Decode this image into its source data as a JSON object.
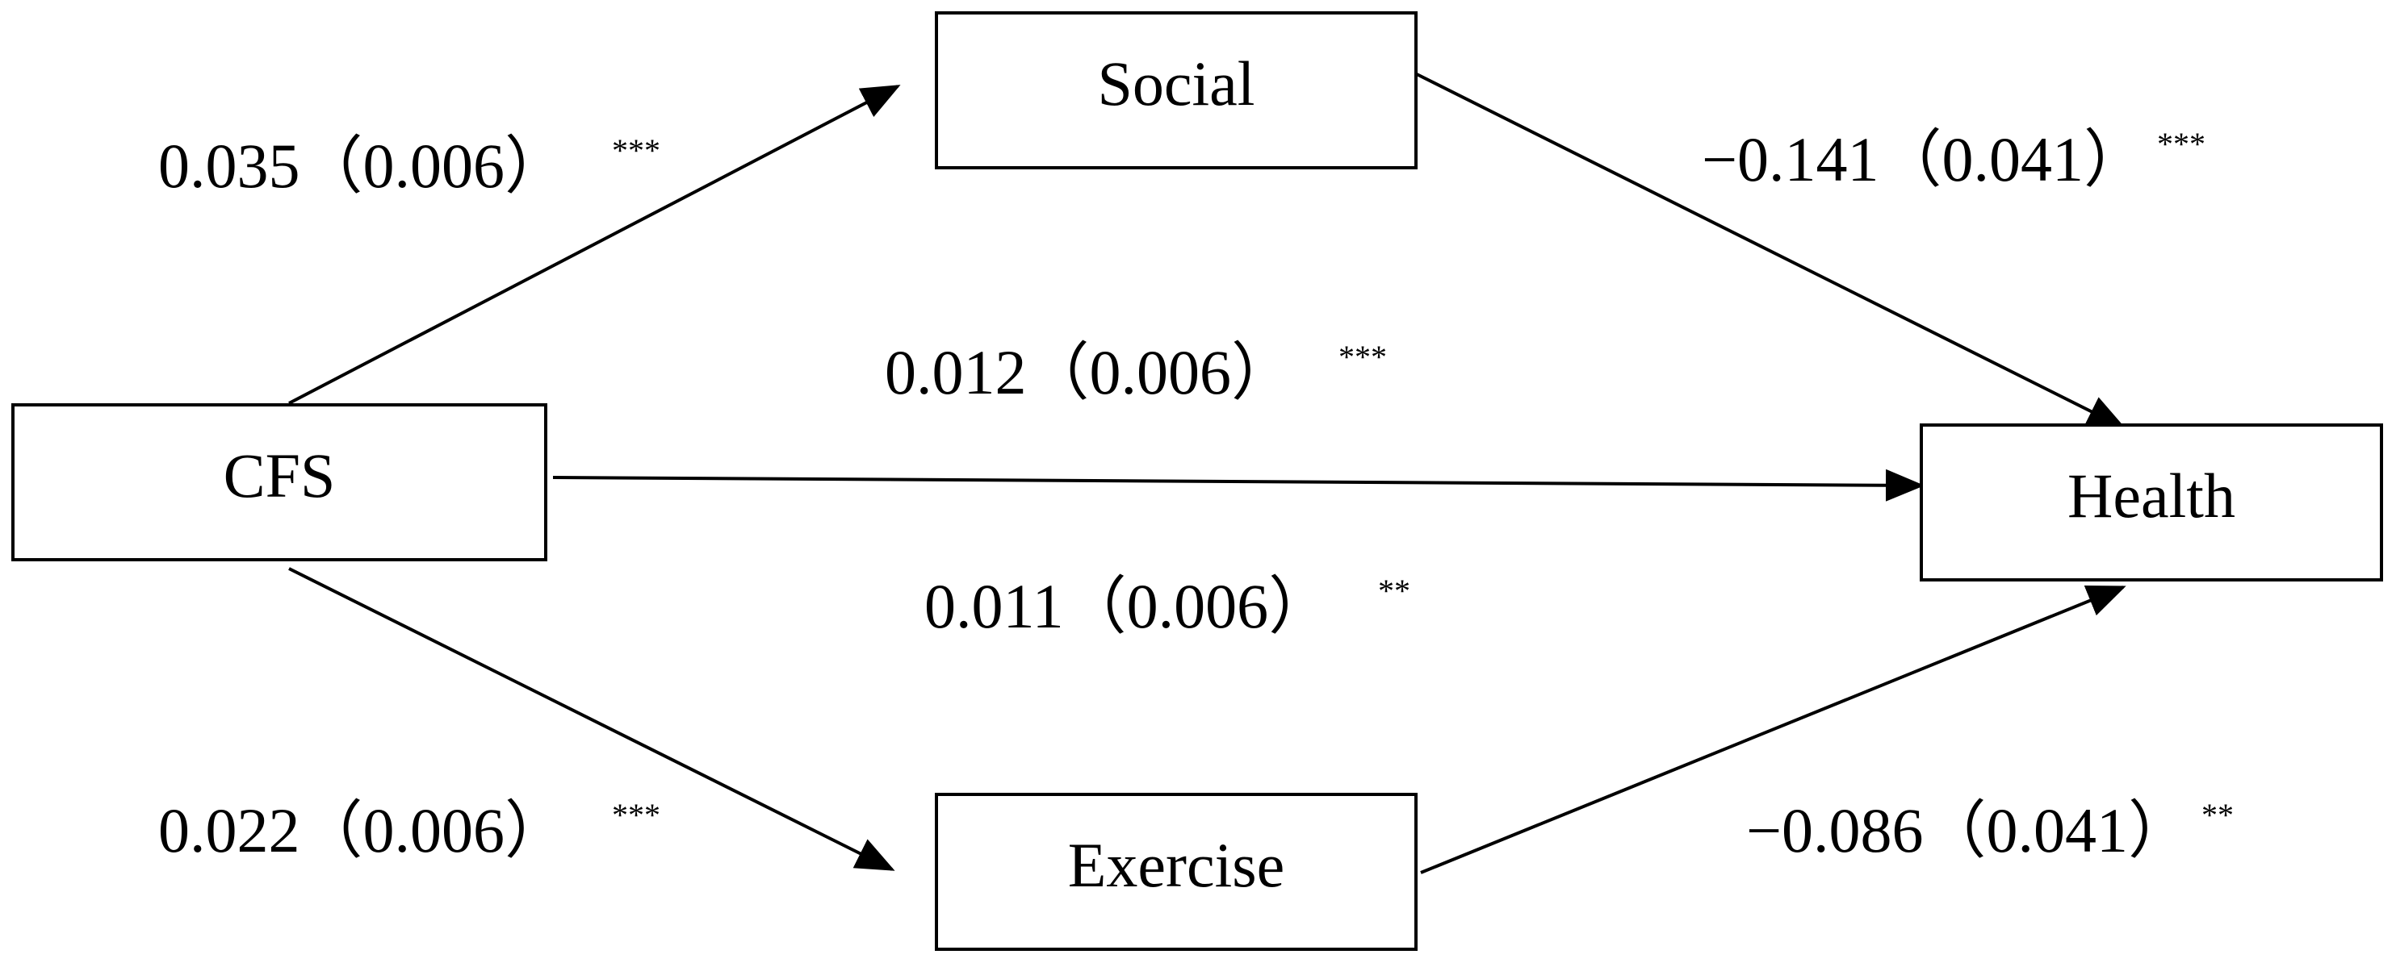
{
  "nodes": {
    "social": "Social",
    "cfs": "CFS",
    "health": "Health",
    "exercise": "Exercise"
  },
  "edges": {
    "cfs_social": {
      "coef": "0.035（0.006）",
      "sig": "***"
    },
    "social_health": {
      "coef": "−0.141（0.041）",
      "sig": "***"
    },
    "cfs_health_direct": {
      "coef": "0.012（0.006）",
      "sig": "***"
    },
    "cfs_health_indirect": {
      "coef": "0.011（0.006）",
      "sig": "**"
    },
    "cfs_exercise": {
      "coef": "0.022（0.006）",
      "sig": "***"
    },
    "exercise_health": {
      "coef": "−0.086（0.041）",
      "sig": "**"
    }
  }
}
